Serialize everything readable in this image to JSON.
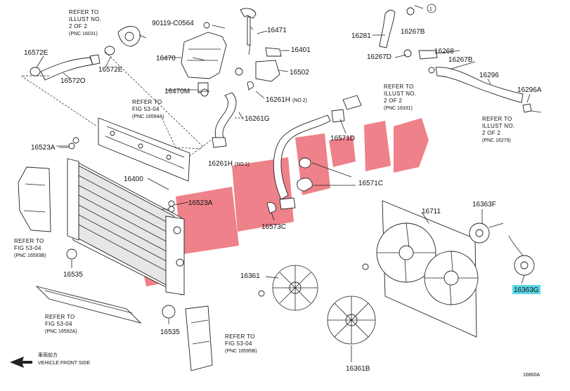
{
  "diagram": {
    "code": "16860A",
    "direction": {
      "jp": "車両前方",
      "en": "VEHICLE FRONT SIDE"
    },
    "colors": {
      "highlight": "#5ad6e6",
      "watermark": "#e8505c"
    },
    "labels": {
      "p16572E_l": "16572E",
      "p16572E_r": "16572E",
      "p16572O": "16572O",
      "p90119": "90119-C0564",
      "p16470": "16470",
      "p16470M": "16470M",
      "p16471": "16471",
      "p16401": "16401",
      "p16502": "16502",
      "p16261H2": "16261H",
      "p16261G": "16261G",
      "p16261H1": "16261H",
      "p16281": "16281",
      "p16267B_t": "16267B",
      "p16267D": "16267D",
      "p16268": "16268",
      "p16267B_r": "16267B",
      "p16296": "16296",
      "p16296A": "16296A",
      "p16571D": "16571D",
      "p16571C": "16571C",
      "p16523A_l": "16523A",
      "p16523A_r": "16523A",
      "p16400": "16400",
      "p16573C": "16573C",
      "p16711": "16711",
      "p16363F": "16363F",
      "p16363G": "16363G",
      "p16361": "16361",
      "p16361B": "16361B",
      "p16535_l": "16535",
      "p16535_r": "16535"
    },
    "qualifiers": {
      "no2": "(NO.2)",
      "no1": "(NO.1)"
    },
    "callout": "1",
    "refs": {
      "r16031": [
        "REFER TO",
        "ILLUST NO.",
        "2 OF 2",
        "(PNC 16031)"
      ],
      "r16594A": [
        "REFER TO",
        "FIG 53-04",
        "(PNC 16594A)"
      ],
      "r16331": [
        "REFER TO",
        "ILLUST NO.",
        "2 OF 2",
        "(PNC 16331)"
      ],
      "r16279": [
        "REFER TO",
        "ILLUST NO.",
        "2 OF 2",
        "(PNC 16279)"
      ],
      "r16593B": [
        "REFER TO",
        "FIG 53-04",
        "(PNC 16593B)"
      ],
      "r16592A": [
        "REFER TO",
        "FIG 53-04",
        "(PNC 16592A)"
      ],
      "r16595B": [
        "REFER TO",
        "FIG 53-04",
        "(PNC 16595B)"
      ]
    }
  }
}
